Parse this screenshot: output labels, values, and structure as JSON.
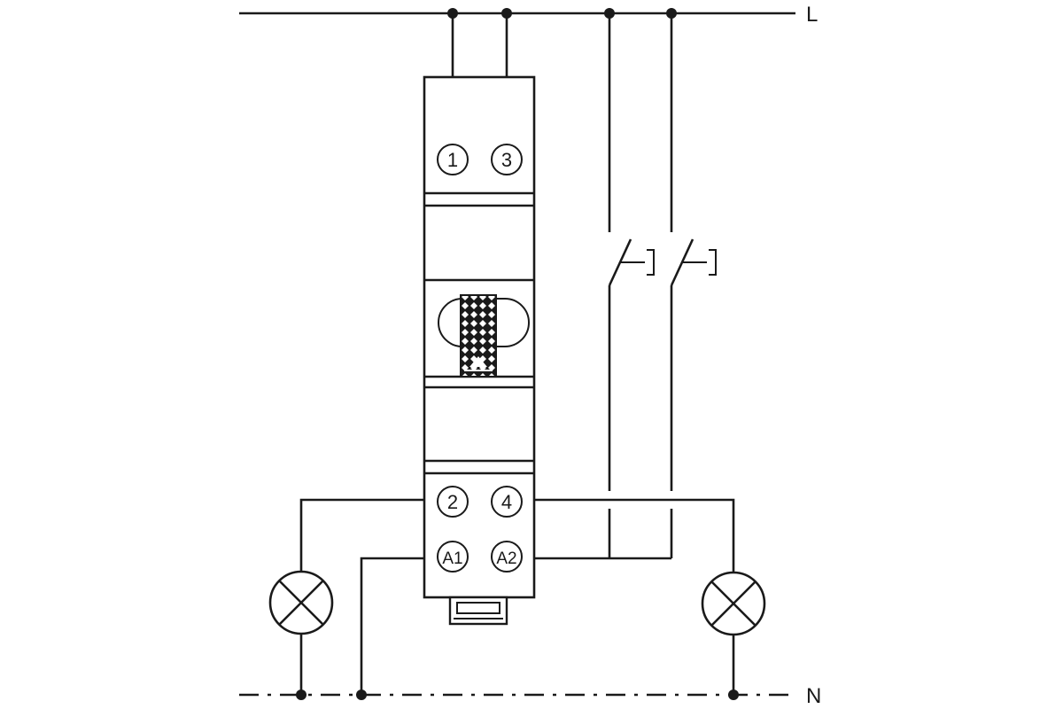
{
  "rails": {
    "line_label": "L",
    "neutral_label": "N"
  },
  "relay": {
    "terminals": {
      "t1": "1",
      "t3": "3",
      "t2": "2",
      "t4": "4",
      "a1": "A1",
      "a2": "A2"
    }
  },
  "colors": {
    "line": "#1a1a1a",
    "background": "#ffffff"
  },
  "icons": {
    "lamp": "lamp-cross-circle-icon",
    "pushbutton": "normally-open-pushbutton-icon",
    "knob": "manual-override-knob-icon"
  }
}
